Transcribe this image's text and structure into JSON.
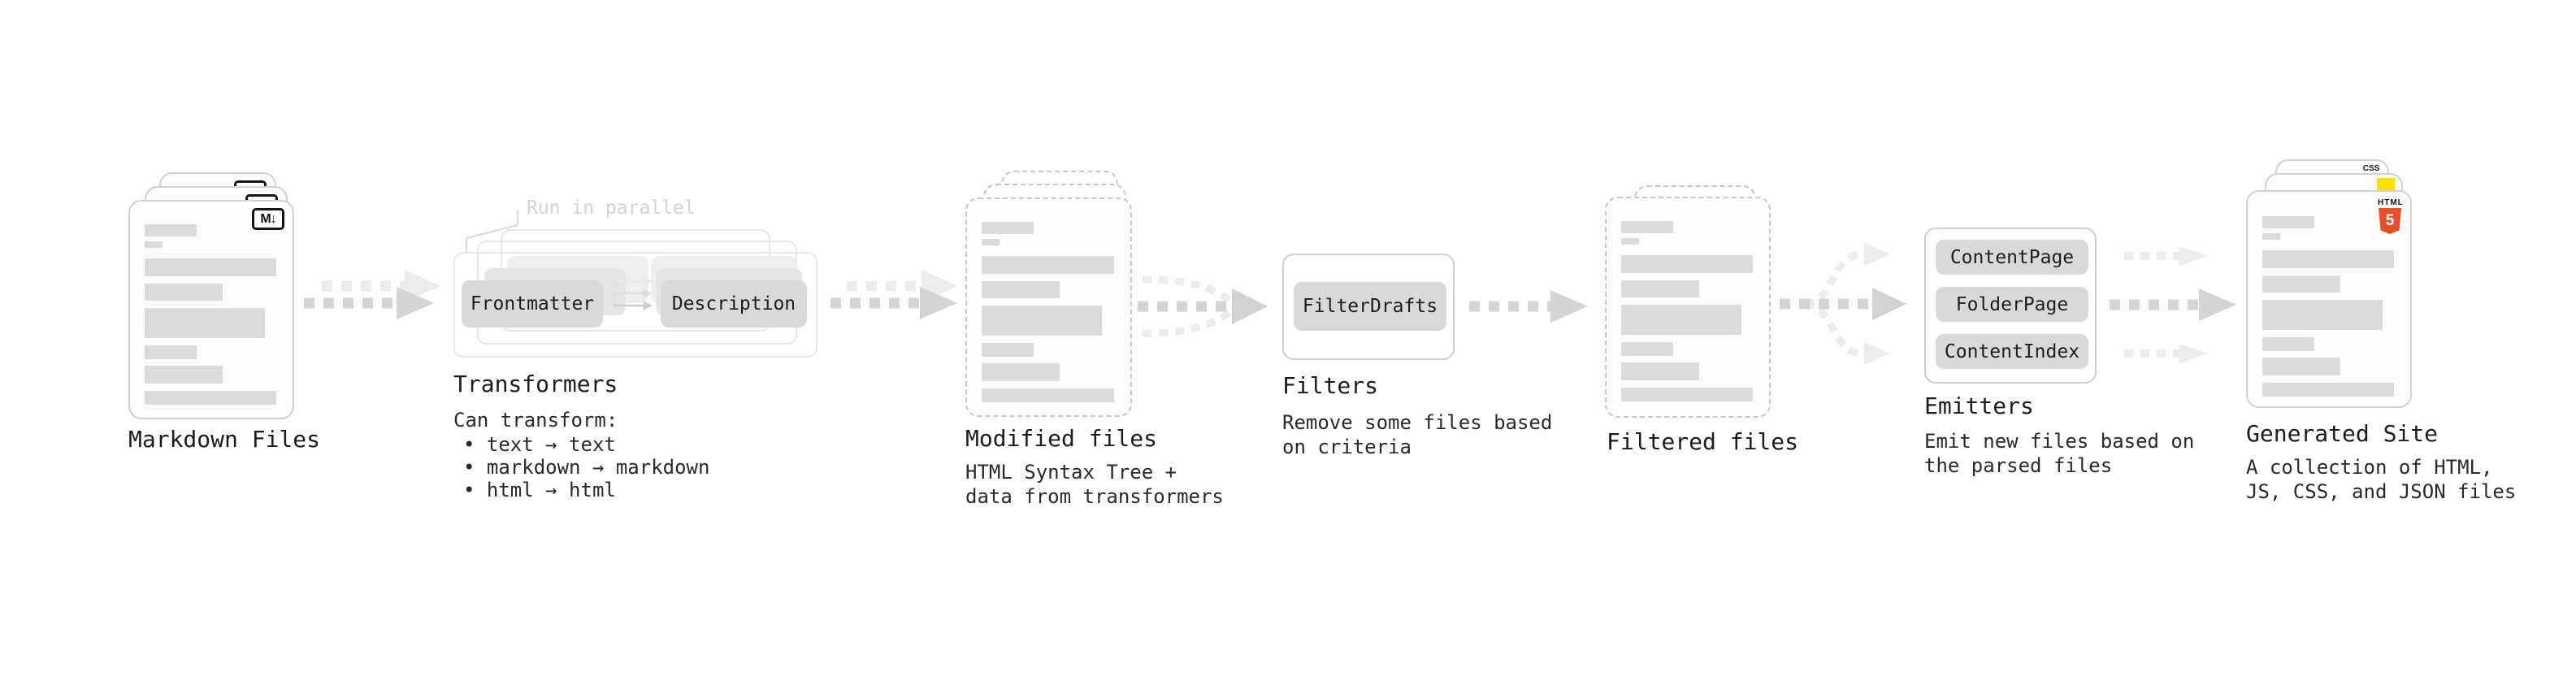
{
  "stages": {
    "markdown_files": {
      "label": "Markdown Files",
      "badge": "M↓"
    },
    "transformers": {
      "label": "Transformers",
      "note": "Run in parallel",
      "node_left": "Frontmatter",
      "node_right": "Description",
      "desc_title": "Can transform:",
      "bullets": [
        "• text → text",
        "• markdown → markdown",
        "• html → html"
      ]
    },
    "modified_files": {
      "label": "Modified files",
      "desc_line1": "HTML Syntax Tree +",
      "desc_line2": "data from transformers"
    },
    "filters": {
      "label": "Filters",
      "node": "FilterDrafts",
      "desc_line1": "Remove some files based",
      "desc_line2": "on criteria"
    },
    "filtered_files": {
      "label": "Filtered files"
    },
    "emitters": {
      "label": "Emitters",
      "nodes": [
        "ContentPage",
        "FolderPage",
        "ContentIndex"
      ],
      "desc_line1": "Emit new files based on",
      "desc_line2": "the parsed files"
    },
    "generated_site": {
      "label": "Generated Site",
      "desc_line1": "A collection of HTML,",
      "desc_line2": "JS, CSS, and JSON files",
      "css_badge": "CSS",
      "html_badge_title": "HTML",
      "html_badge_number": "5"
    }
  },
  "colors": {
    "html5_orange": "#e8502a",
    "js_yellow": "#ffe000",
    "css_blue": "#2760e5",
    "arrow_dark": "#d5d5d5",
    "arrow_light": "#ececec",
    "placeholder_bar": "#dbdbdb"
  }
}
